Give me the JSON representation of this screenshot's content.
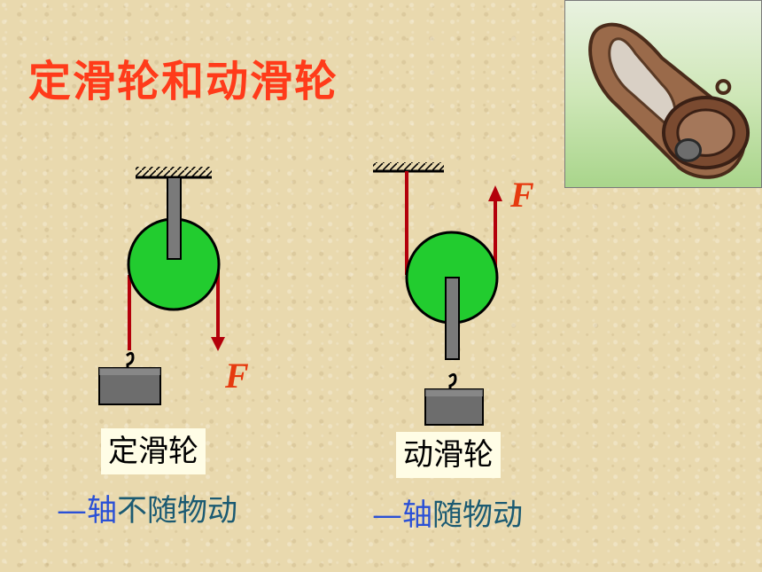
{
  "title": "定滑轮和动滑轮",
  "force_label": "F",
  "fixed_pulley": {
    "label": "定滑轮",
    "desc_dash": "—",
    "desc_axis": "轴",
    "desc_rest": "不随物动"
  },
  "movable_pulley": {
    "label": "动滑轮",
    "desc_dash": "—",
    "desc_axis": "轴",
    "desc_rest": "随物动"
  },
  "colors": {
    "title": "#ff3b1a",
    "rope": "#b3000b",
    "wheel": "#22cc2f",
    "force": "#e63a0f",
    "axis_text": "#2a50d6",
    "desc_text": "#1b5a72"
  },
  "icons": {
    "photo": "pulley-photo-icon"
  }
}
